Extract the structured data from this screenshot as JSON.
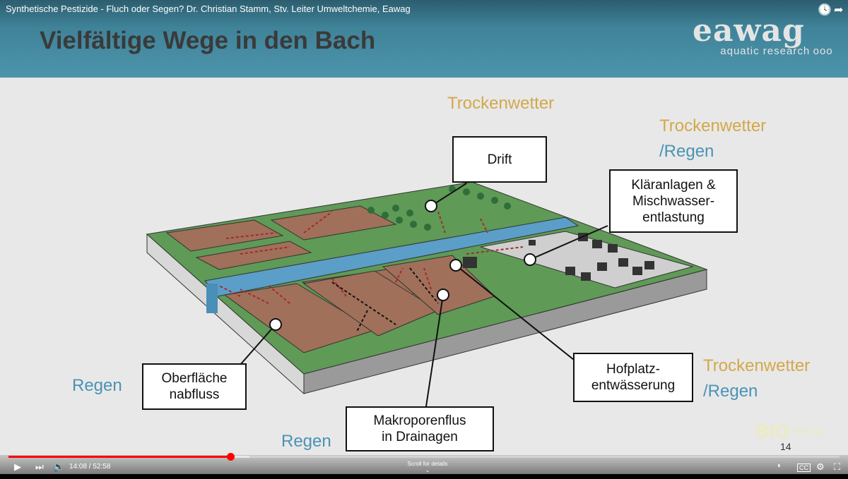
{
  "video": {
    "title": "Synthetische Pestizide - Fluch oder Segen? Dr. Christian Stamm, Stv. Leiter Umweltchemie, Eawag"
  },
  "slide": {
    "title": "Vielfältige Wege in den Bach",
    "logo": {
      "name": "eawag",
      "tagline": "aquatic research",
      "dots": "ooo"
    },
    "weather": {
      "dry": "Trockenwetter",
      "dry_rain1": "Trockenwetter",
      "rain_suffix1": "/Regen",
      "dry_rain2": "Trockenwetter",
      "rain_suffix2": "/Regen",
      "rain_left": "Regen",
      "rain_bottom": "Regen"
    },
    "boxes": {
      "drift": "Drift",
      "wwtp": [
        "Kläranlagen &",
        "Mischwasser-",
        "entlastung"
      ],
      "surface": [
        "Oberfläche",
        "nabfluss"
      ],
      "yard": [
        "Hofplatz-",
        "entwässerung"
      ],
      "macro": [
        "Makroporenflus",
        "in Drainagen"
      ]
    },
    "watermark": {
      "text": "BIO",
      "sub": "Stiftung",
      "page": "14"
    }
  },
  "colors": {
    "header": "#3f8399",
    "tan": "#d3a84b",
    "blue": "#4a93b5",
    "field": "#a0705a",
    "grass": "#5f9a56",
    "stream": "#5b9ec8",
    "progress": "#ff0000"
  },
  "player": {
    "current_time": "14:08",
    "duration": "52:58",
    "progress_fraction": 0.267,
    "buffered_fraction": 0.29,
    "scroll_hint": "Scroll for details",
    "icons": [
      "play-icon",
      "next-icon",
      "volume-icon",
      "autoplay-toggle-icon",
      "captions-icon",
      "settings-icon",
      "fullscreen-exit-icon",
      "watch-later-icon",
      "share-icon"
    ]
  }
}
